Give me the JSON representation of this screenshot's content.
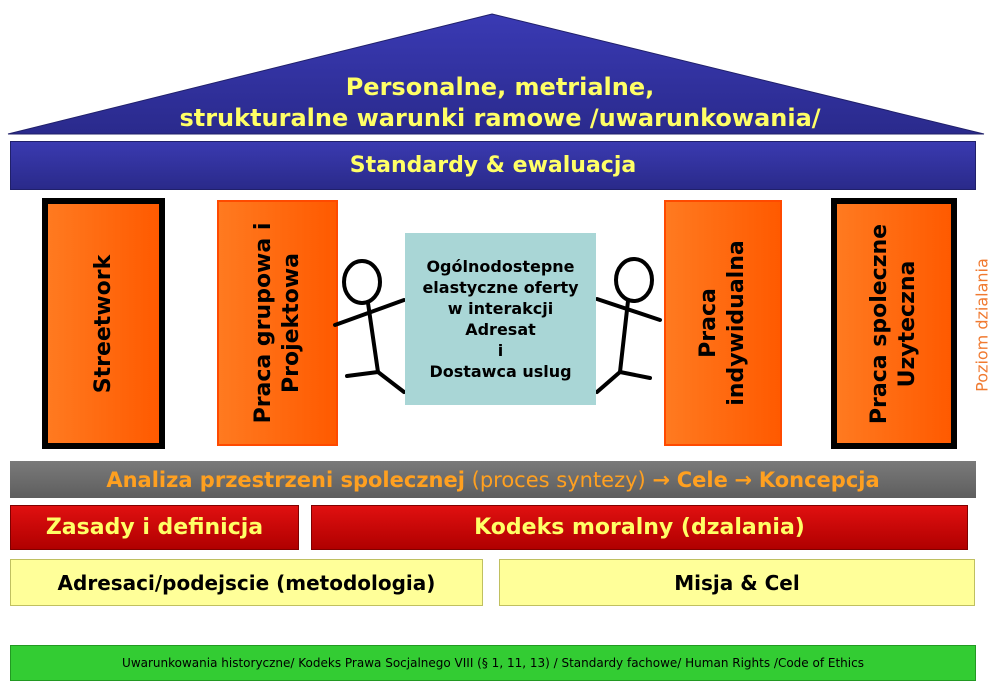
{
  "roof": {
    "line1": "Personalne, metrialne,",
    "line2": "strukturalne warunki ramowe /uwarunkowania/"
  },
  "standards": "Standardy & ewaluacja",
  "pillars": {
    "streetwork": [
      "Streetwork"
    ],
    "group": [
      "Praca grupowa i",
      "Projektowa"
    ],
    "individual": [
      "Praca",
      "indywidualna"
    ],
    "community": [
      "Praca spoleczne",
      "Uzyteczna"
    ]
  },
  "center_box": [
    "Ogólnodostepne",
    "elastyczne oferty",
    "w interakcji",
    "Adresat",
    "i",
    "Dostawca uslug"
  ],
  "side_label": "Poziom dzialania",
  "analysis": {
    "main": "Analiza przestrzeni spolecznej",
    "paren": "(proces syntezy)",
    "arrow1": "→",
    "cele": "Cele",
    "arrow2": "→",
    "koncepcja": "Koncepcja"
  },
  "principles": "Zasady i definicja",
  "moral_code": "Kodeks moralny (dzalania)",
  "addressees": "Adresaci/podejscie (metodologia)",
  "mission": "Misja & Cel",
  "foundation": "Uwarunkowania historyczne/  Kodeks Prawa Socjalnego VIII (§ 1, 11, 13)  /  Standardy fachowe/  Human Rights /Code of Ethics",
  "colors": {
    "roof": "#3333a0",
    "text_yellow": "#ffff66",
    "pillar_orange": "#ff6a10",
    "center_box": "#a9d6d6",
    "gray_band": "#6e6e6e",
    "red_band": "#cc0000",
    "yellow_band": "#ffff99",
    "green_band": "#33cc33",
    "side_label": "#f07a30"
  }
}
